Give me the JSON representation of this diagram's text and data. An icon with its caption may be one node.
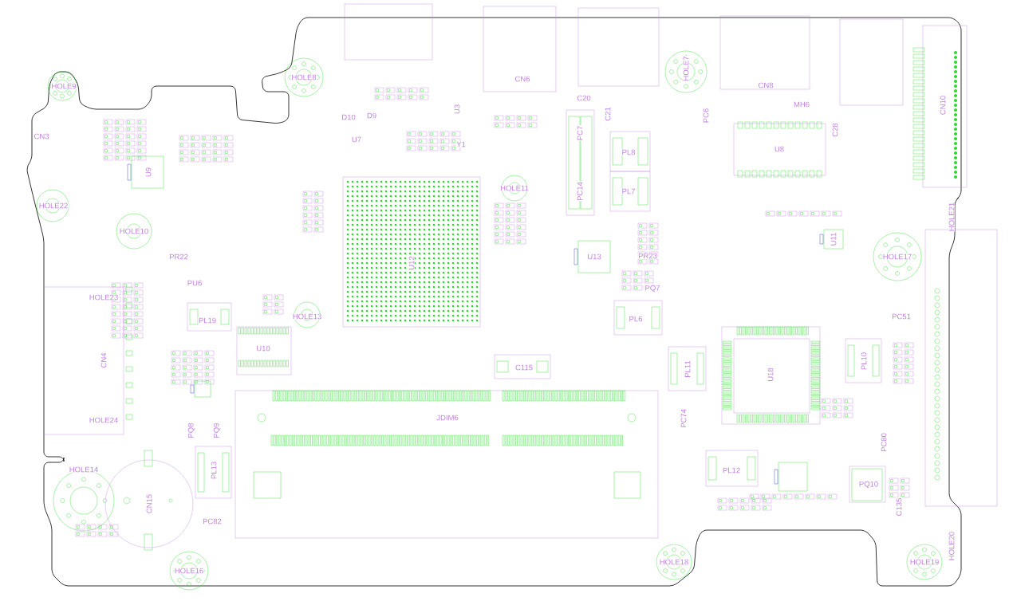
{
  "diagram": {
    "labels": [
      "HOLE9",
      "HOLE8",
      "CN3",
      "U9",
      "HOLE22",
      "HOLE10",
      "PR22",
      "PU6",
      "HOLE23",
      "D10",
      "D9",
      "U7",
      "U3",
      "Y1",
      "CN6",
      "C20",
      "C21",
      "PC7",
      "PL8",
      "HOLE11",
      "U12",
      "PC14",
      "PL7",
      "HOLE7",
      "PC6",
      "CN8",
      "MH6",
      "U8",
      "C28",
      "CN10",
      "U11",
      "HOLE17",
      "HOLE21",
      "U13",
      "PR23",
      "PQ7",
      "HOLE13",
      "PL19",
      "U10",
      "CN4",
      "PL6",
      "C115",
      "PC51",
      "PL11",
      "U18",
      "PL10",
      "HOLE24",
      "JDIM6",
      "PQ8",
      "PQ9",
      "PC74",
      "PC80",
      "HOLE14",
      "PL13",
      "CN15",
      "PL12",
      "PQ10",
      "PC82",
      "C135",
      "HOLE16",
      "HOLE18",
      "HOLE19",
      "HOLE20"
    ]
  }
}
